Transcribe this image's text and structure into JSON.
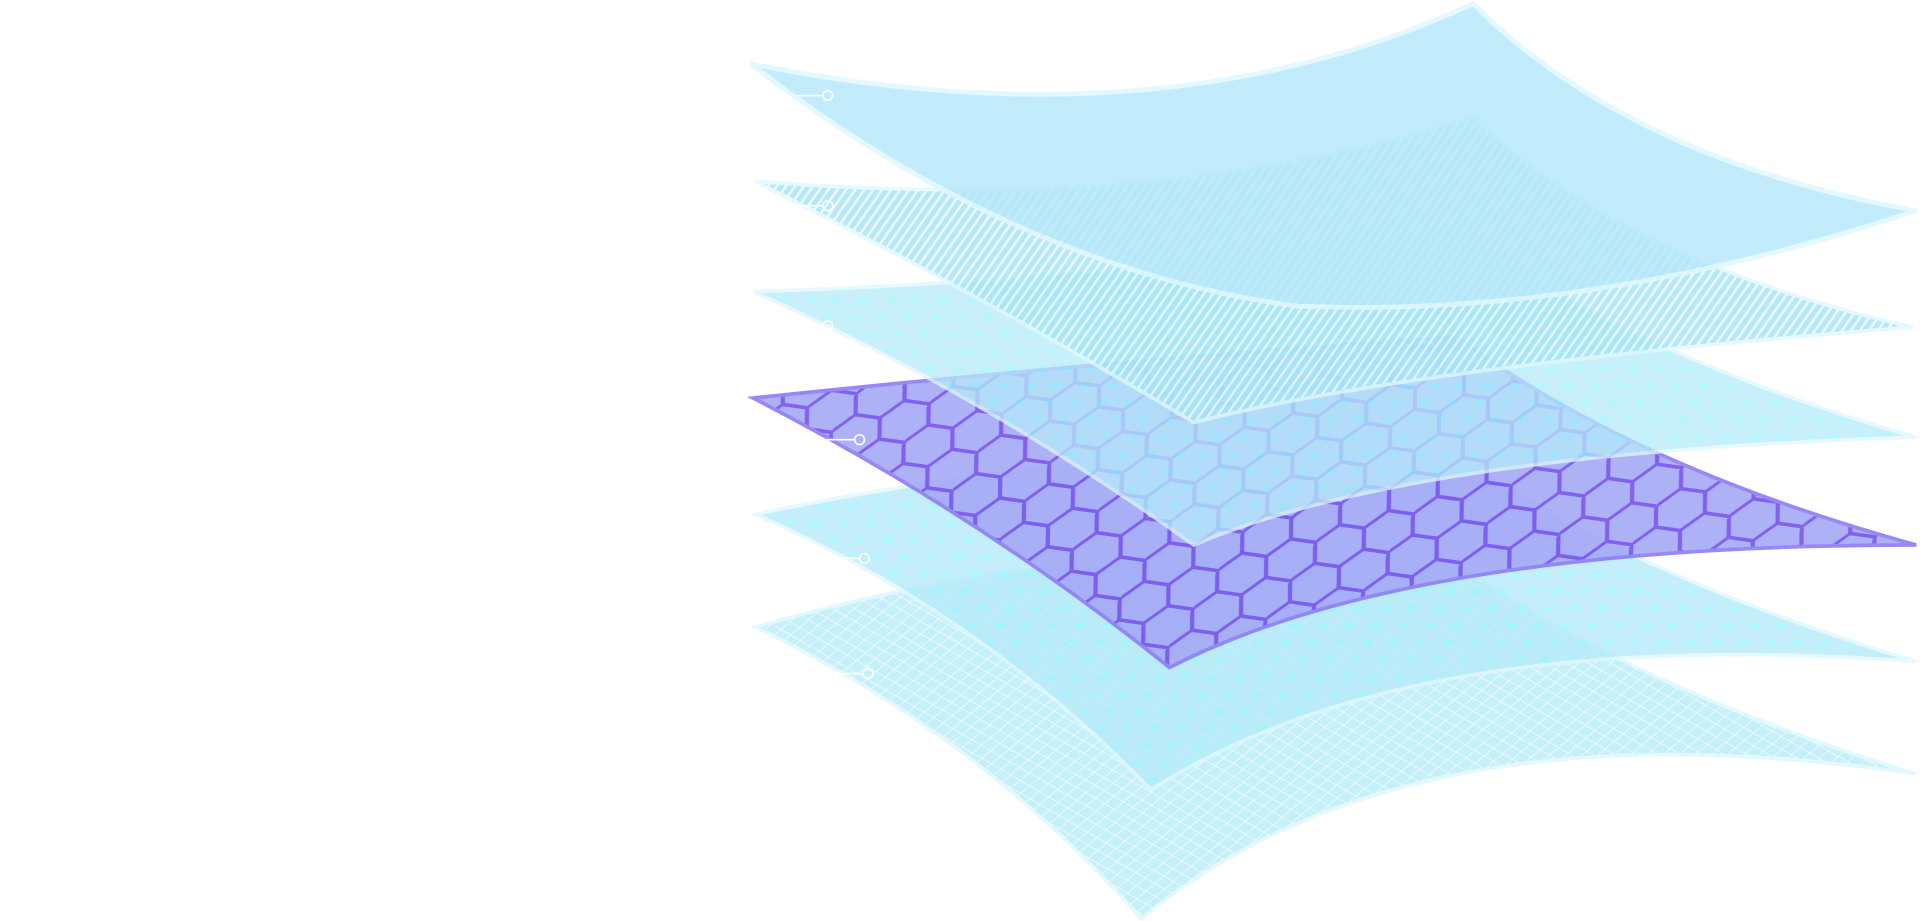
{
  "colors": {
    "background": "#ffffff",
    "sheet_fill": "#b8e9fb",
    "sheet_edge": "#dff8ff",
    "stripe": "#7fd6f5",
    "dot": "#9ff0ff",
    "hex_fill": "#9a9cf5",
    "hex_line": "#7b5cf0",
    "grid_line": "#ffffff",
    "callout": "#ffffff"
  },
  "layers": [
    {
      "id": "top-sheet",
      "pattern": "plain"
    },
    {
      "id": "striped-sheet",
      "pattern": "stripes"
    },
    {
      "id": "dotted-sheet",
      "pattern": "dots"
    },
    {
      "id": "hex-sheet",
      "pattern": "hex"
    },
    {
      "id": "dotted-sheet-2",
      "pattern": "dots"
    },
    {
      "id": "grid-sheet",
      "pattern": "grid"
    }
  ]
}
